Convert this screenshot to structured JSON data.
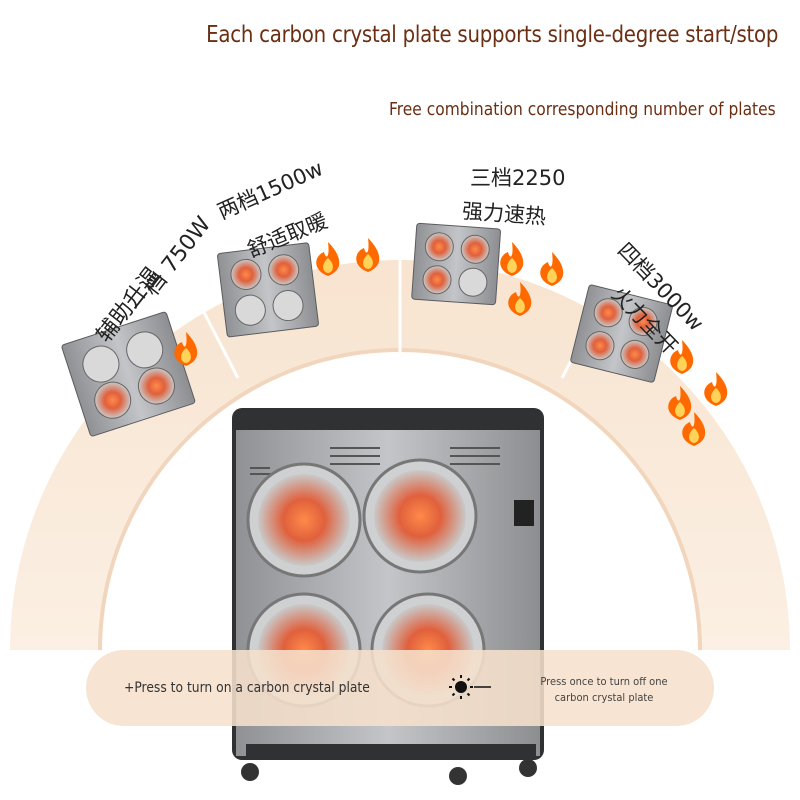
{
  "header": {
    "title": "Each carbon crystal plate supports single-degree start/stop",
    "subtitle": "Free combination corresponding number of plates"
  },
  "levels": [
    {
      "line1": "一档 750W",
      "line2": "辅助升温",
      "flames": 1
    },
    {
      "line1": "两档1500w",
      "line2": "舒适取暖",
      "flames": 2
    },
    {
      "line1": "三档2250",
      "line2": "强力速热",
      "flames": 3
    },
    {
      "line1": "四档3000w",
      "line2": "火力全开",
      "flames": 4
    }
  ],
  "controls": {
    "turn_on_text": "+Press to turn on a carbon crystal plate",
    "turn_off_text": "Press once to turn off one carbon crystal plate",
    "toggle_icon": "sun-icon"
  },
  "colors": {
    "title_text": "#6b2f14",
    "arc_band": "#f7e3cf",
    "heater_body": "#a9abae",
    "heating_glow": "#e8643a",
    "flame": "#ff6a00"
  }
}
